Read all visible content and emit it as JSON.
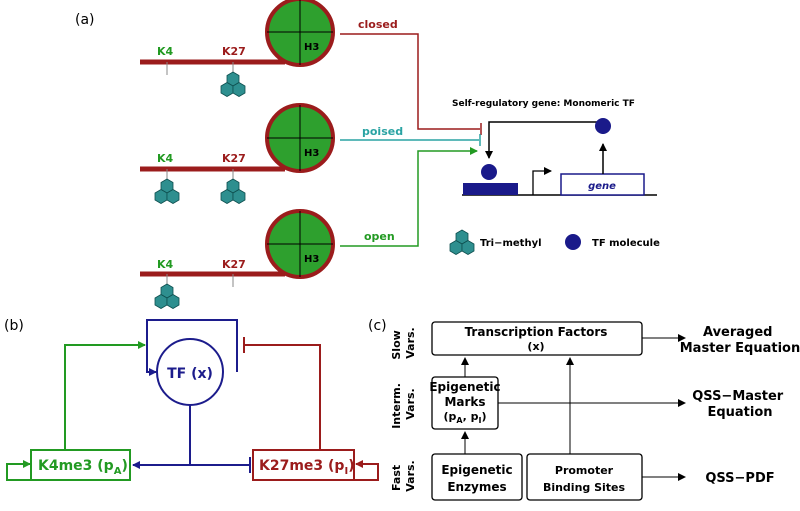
{
  "panel_labels": {
    "a": "(a)",
    "b": "(b)",
    "c": "(c)"
  },
  "colors": {
    "red": "#9b1c1c",
    "green": "#229a22",
    "blue": "#1c1c8c",
    "teal": "#2aa3a3",
    "nucleosome_fill": "#2ea02e",
    "trimethyl_fill": "#2e8f8f",
    "text": "#000000"
  },
  "panel_a": {
    "histone_label": "H3",
    "k4_label": "K4",
    "k27_label": "K27",
    "states": {
      "closed": "closed",
      "poised": "poised",
      "open": "open"
    },
    "gene_title": "Self-regulatory gene: Monomeric TF",
    "gene_label": "gene",
    "legend_trimethyl": "Tri−methyl",
    "legend_tf": "TF molecule"
  },
  "panel_b": {
    "tf_label": "TF (x)",
    "k4me3_label": "K4me3 (p",
    "k4me3_sub": "A",
    "k27me3_label": "K27me3 (p",
    "k27me3_sub": "I",
    "paren_close": ")"
  },
  "panel_c": {
    "rows": [
      {
        "side_line1": "Slow",
        "side_line2": "Vars.",
        "boxes": [
          {
            "line1": "Transcription Factors",
            "line2": "(x)"
          }
        ],
        "equation_line1": "Averaged",
        "equation_line2": "Master Equation"
      },
      {
        "side_line1": "Interm.",
        "side_line2": "Vars.",
        "boxes": [
          {
            "line1": "Epigenetic",
            "line2": "Marks",
            "line3_main": "(p",
            "sub_a": "A",
            "comma": ", p",
            "sub_i": "I",
            "close": ")"
          }
        ],
        "equation_line1": "QSS−Master",
        "equation_line2": "Equation"
      },
      {
        "side_line1": "Fast",
        "side_line2": "Vars.",
        "boxes": [
          {
            "line1": "Epigenetic",
            "line2": "Enzymes"
          },
          {
            "line1": "Promoter",
            "line2": "Binding Sites"
          }
        ],
        "equation_line1": "QSS−PDF",
        "equation_line2": ""
      }
    ]
  }
}
